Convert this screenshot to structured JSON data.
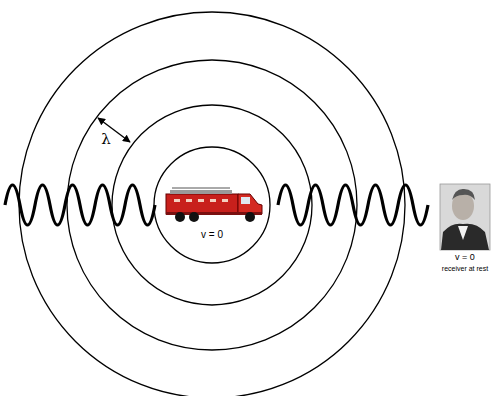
{
  "diagram": {
    "labels": [
      "λ",
      "v = 0",
      "v = 0",
      "receiver at rest"
    ]
  }
}
